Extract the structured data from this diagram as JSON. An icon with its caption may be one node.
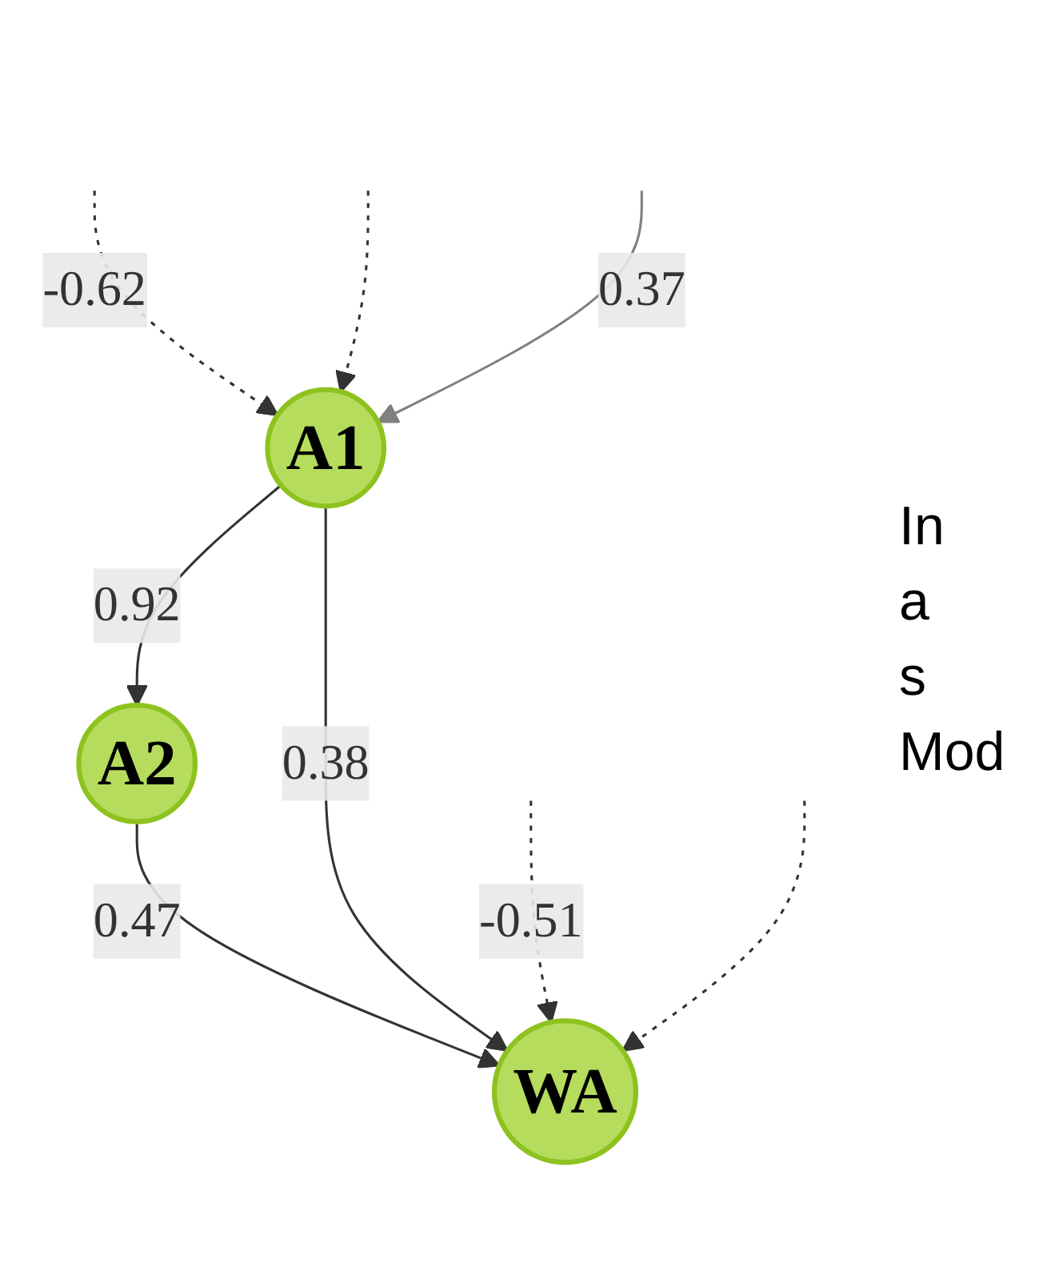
{
  "diagram": {
    "nodes": [
      {
        "text": [
          "A2"
        ]
      },
      {
        "text": [
          "A1"
        ]
      },
      {
        "text": [
          "WA"
        ]
      }
    ],
    "edges": [
      {
        "from": 1,
        "to": 0,
        "arrow": "to",
        "label": "0.92"
      },
      {
        "from": 0,
        "to": 2,
        "arrow": "to",
        "label": "0.47"
      },
      {
        "from": 1,
        "to": 2,
        "arrow": "to",
        "label": "0.38"
      },
      {
        "from": null,
        "to": 1,
        "arrow": "to",
        "label": "-0.62",
        "style": "dashed"
      },
      {
        "from": null,
        "to": 1,
        "arrow": "to",
        "style": "dashed"
      },
      {
        "from": null,
        "to": 1,
        "arrow": "to",
        "label": "0.37",
        "color": "#808080"
      },
      {
        "from": null,
        "to": 2,
        "arrow": "to",
        "label": "-0.51",
        "style": "dashed"
      },
      {
        "from": null,
        "to": 2,
        "arrow": "to",
        "style": "dashed"
      }
    ],
    "labels": [
      "In",
      "a",
      "s",
      "Mod"
    ]
  }
}
